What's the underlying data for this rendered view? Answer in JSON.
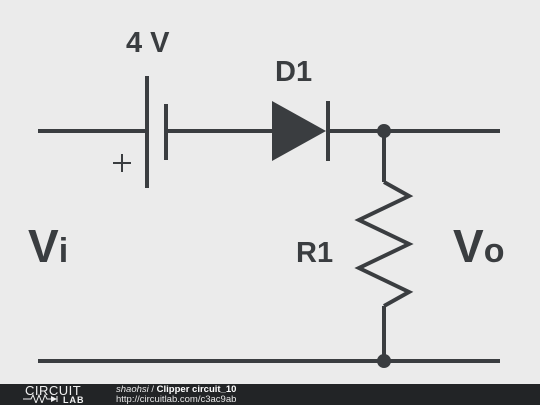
{
  "circuit": {
    "battery_label": "4 V",
    "battery_plus": "+",
    "diode_label": "D1",
    "resistor_label": "R1",
    "input_label": {
      "main": "V",
      "sub": "i"
    },
    "output_label": {
      "main": "V",
      "sub": "o"
    }
  },
  "colors": {
    "wire": "#3a3d40",
    "background": "#ebebeb",
    "footer_bg": "#222426"
  },
  "footer": {
    "logo_top": "CIRCUIT",
    "logo_bottom": "LAB",
    "author": "shaohsi",
    "separator": " / ",
    "title": "Clipper circuit_10",
    "url": "http://circuitlab.com/c3ac9ab"
  }
}
